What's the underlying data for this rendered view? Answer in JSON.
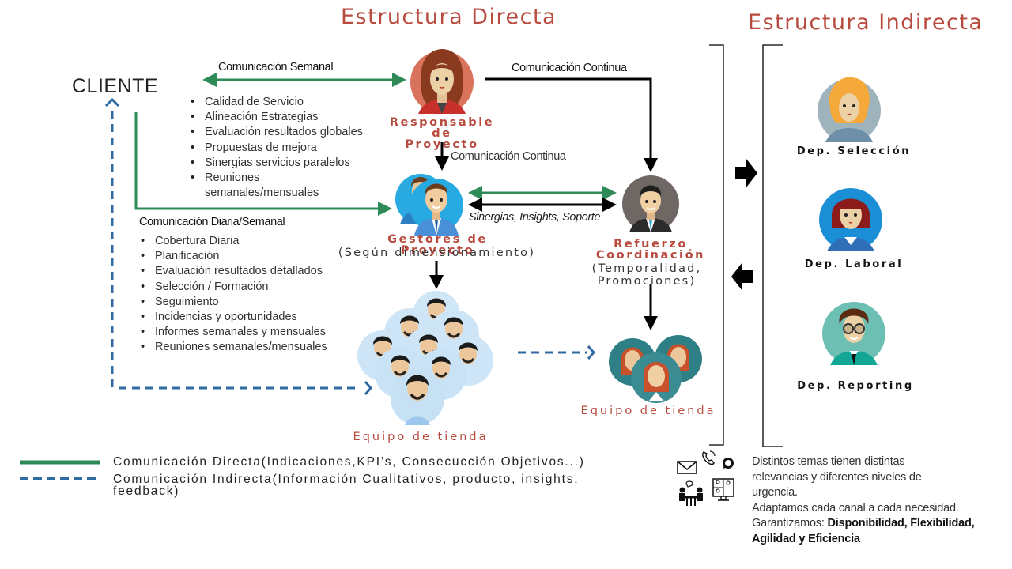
{
  "titles": {
    "direct": "Estructura Directa",
    "indirect": "Estructura Indirecta"
  },
  "client": {
    "label": "CLIENTE"
  },
  "links": {
    "weekly": "Comunicación Semanal",
    "continuous_top": "Comunicación Continua",
    "continuous_down": "Comunicación Continua",
    "daily_weekly": "Comunicación Diaria/Semanal",
    "synergies": "Sinergias, Insights, Soporte"
  },
  "responsable_list": [
    "Calidad de Servicio",
    "Alineación Estrategias",
    "Evaluación resultados globales",
    "Propuestas de mejora",
    "Sinergias servicios paralelos",
    "Reuniones semanales/mensuales"
  ],
  "gestores_list": [
    "Cobertura Diaria",
    "Planificación",
    "Evaluación resultados detallados",
    "Selección / Formación",
    "Seguimiento",
    "Incidencias y oportunidades",
    "Informes semanales  y mensuales",
    "Reuniones semanales/mensuales"
  ],
  "roles": {
    "responsable": {
      "line1": "Responsable de",
      "line2": "Proyecto"
    },
    "gestores": {
      "title": "Gestores de Proyecto",
      "sub": "(Según dimensionamiento)"
    },
    "refuerzo": {
      "line1": "Refuerzo",
      "line2": "Coordinación",
      "sub1": "(Temporalidad,",
      "sub2": "Promociones)"
    },
    "equipo_left": "Equipo de tienda",
    "equipo_right": "Equipo de tienda"
  },
  "departments": [
    {
      "label": "Dep. Selección"
    },
    {
      "label": "Dep. Laboral"
    },
    {
      "label": "Dep. Reporting"
    }
  ],
  "legend": {
    "direct": "Comunicación Directa(Indicaciones,KPI’s, Consecucción Objetivos...)",
    "indirect_line1": "Comunicación Indirecta(Información Cualitativos, producto, insights,",
    "indirect_line2": "feedback)"
  },
  "channels": {
    "icons": [
      "email-icon",
      "phone-icon",
      "whatsapp-icon",
      "meeting-icon",
      "video-call-icon"
    ],
    "note_lines": [
      "Distintos temas tienen distintas",
      "relevancias y diferentes  niveles de",
      "urgencia.",
      "Adaptamos cada canal a cada necesidad."
    ],
    "guarantee_prefix": "Garantizamos: ",
    "guarantee_bold_1": "Disponibilidad, Flexibilidad,",
    "guarantee_bold_2": "Agilidad y Eficiencia"
  },
  "colors": {
    "direct": "#2e8b57",
    "indirect": "#2f6aa0",
    "accent": "#b84a3e"
  }
}
